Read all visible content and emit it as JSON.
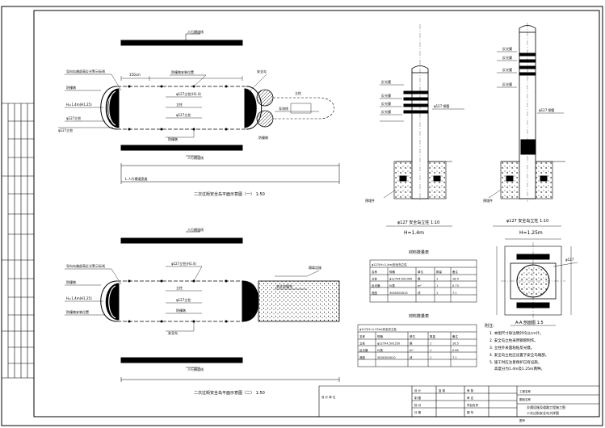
{
  "plan_top": {
    "title": "二次过街安全岛平面示意图（一） 1:50",
    "upper_label": "人行横道线",
    "lower_label": "人行横道线",
    "dim": "150cm",
    "scale_bar": "L  人行横道宽度",
    "callouts": [
      "导向岛端部高反光警示标线",
      "防撞墩",
      "H=1.4m(H1.25)",
      "φ127立柱",
      "φ127立柱",
      "防撞墩安装位置",
      "φ127立柱(H1.4)",
      "立柱",
      "φ127立柱",
      "防撞墩",
      "安全岛",
      "导流线",
      "立柱",
      "防撞墩"
    ]
  },
  "plan_bottom": {
    "title": "二次过街安全岛平面示意图（二） 1:50",
    "upper_label": "人行横道线",
    "lower_label": "人行横道线",
    "callouts": [
      "导向岛端部高反光警示标线",
      "防撞墩",
      "H=1.4m(H1.25)",
      "防撞墩安装位置",
      "φ127立柱(H1.4)",
      "立柱",
      "φ127立柱",
      "防撞墩",
      "安全岛",
      "隔离设施",
      "安全岛填充"
    ]
  },
  "elevation_1": {
    "title": "φ127 安全岛立柱 1:10",
    "height": "H=1.4m",
    "callouts": [
      "反光膜",
      "反光膜",
      "反光膜",
      "反光膜",
      "φ127 钢管",
      "预埋件"
    ]
  },
  "elevation_2": {
    "title": "φ127 安全岛立柱 1:10",
    "height": "H=1.25m",
    "callouts": [
      "反光膜",
      "反光膜",
      "反光膜",
      "反光膜",
      "φ127 钢管",
      "预埋件"
    ]
  },
  "section_aa": {
    "title": "A-A 剖面图 1:5",
    "callout": "φ127"
  },
  "table_1": {
    "title": "材料数量表",
    "caption": "φ127(H=1.4m)安全岛立柱",
    "headers": [
      "名称",
      "规格",
      "单位",
      "数量",
      "备注"
    ],
    "rows": [
      [
        "立柱",
        "φ127X4.5X1400",
        "根",
        "1",
        "18.4"
      ],
      [
        "反光膜",
        "IV类",
        "m²",
        "1",
        "0.73"
      ],
      [
        "底座",
        "300X300X10",
        "块",
        "1",
        "7.1"
      ],
      [
        "",
        "",
        " ",
        "",
        ""
      ]
    ]
  },
  "table_2": {
    "title": "材料数量表",
    "caption": "φ127(H=1.25m)安全岛立柱",
    "headers": [
      "名称",
      "规格",
      "单位",
      "数量",
      "备注"
    ],
    "rows": [
      [
        "立柱",
        "φ127X4.5X1250",
        "根",
        "1",
        "16.5"
      ],
      [
        "反光膜",
        "IV类",
        "m²",
        "1",
        "0.65"
      ],
      [
        "底座",
        "300X300X10",
        "块",
        "1",
        "7.1"
      ],
      [
        "",
        "",
        "",
        "",
        ""
      ]
    ]
  },
  "notes": {
    "title": "附注：",
    "items": [
      "1. 本图尺寸除注明外均以cm计。",
      "2. 安全岛立柱采用钢管制作。",
      "3. 立柱外表面粘贴反光膜。",
      "4. 安全岛立柱应设置于安全岛端部。",
      "5. 施工时应注意保护已有设施，",
      "   高度分为1.4m及1.25m两种。"
    ]
  },
  "title_block": {
    "design_unit": "设 计 单 位",
    "cells": [
      "设 计",
      "复 核",
      "审 核",
      "制 图",
      "审 定",
      "校 对",
      "项目负责",
      "日 期",
      "图 号"
    ],
    "project_label": "工程名称",
    "drawing_label": "图纸名称",
    "project_name": "交通设施及道路工程施工图",
    "drawing_name": "二次过街安全岛大样图",
    "drawing_no": "图号"
  }
}
